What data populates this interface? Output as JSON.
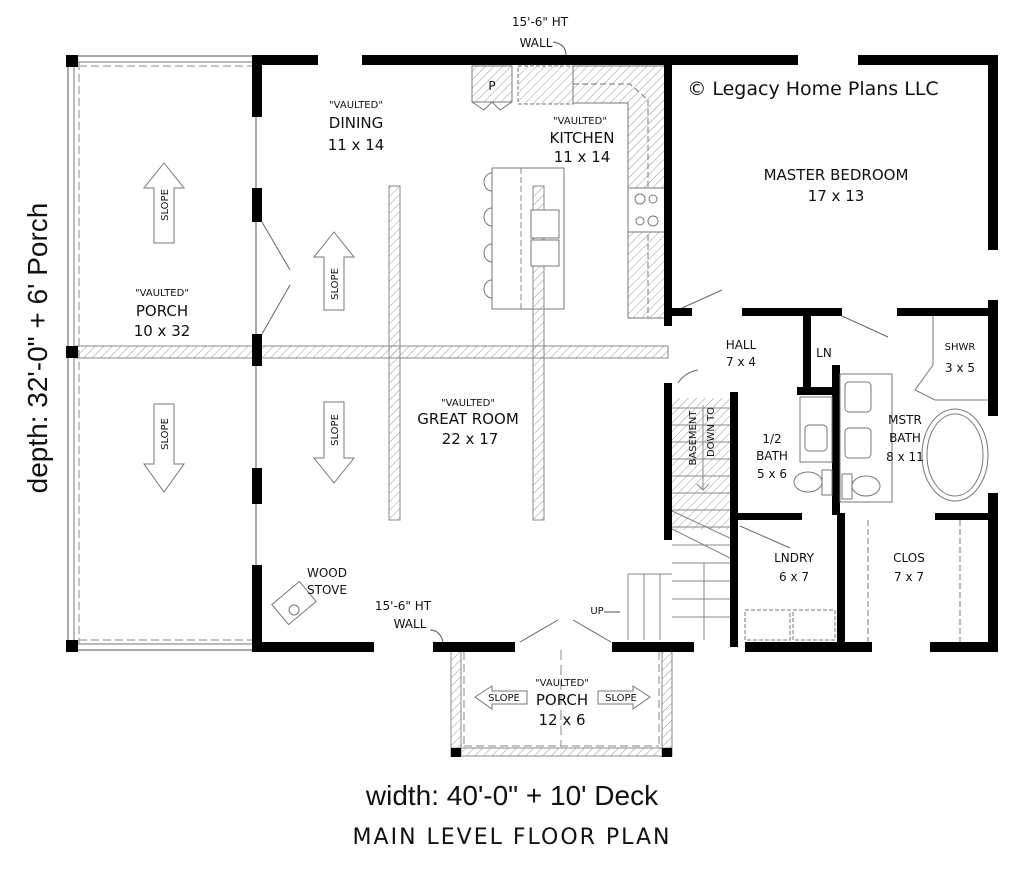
{
  "plan": {
    "title": "MAIN LEVEL FLOOR PLAN",
    "width_label": "width: 40'-0\" + 10' Deck",
    "depth_label": "depth: 32'-0\" + 6' Porch",
    "copyright": "© Legacy Home Plans LLC"
  },
  "annotations": {
    "wall_height_top": {
      "line1": "15'-6\" HT",
      "line2": "WALL"
    },
    "wall_height_bottom": {
      "line1": "15'-6\" HT",
      "line2": "WALL"
    },
    "wood_stove": {
      "line1": "WOOD",
      "line2": "STOVE"
    },
    "pantry": "P",
    "stairs_up": "UP",
    "stairs_down": {
      "line1": "BASEMENT",
      "line2": "DOWN TO"
    },
    "slope": "SLOPE"
  },
  "rooms": {
    "side_porch": {
      "vaulted": "\"VAULTED\"",
      "name": "PORCH",
      "dims": "10 x 32"
    },
    "dining": {
      "vaulted": "\"VAULTED\"",
      "name": "DINING",
      "dims": "11 x 14"
    },
    "kitchen": {
      "vaulted": "\"VAULTED\"",
      "name": "KITCHEN",
      "dims": "11 x 14"
    },
    "master_bedroom": {
      "name": "MASTER BEDROOM",
      "dims": "17 x 13"
    },
    "great_room": {
      "vaulted": "\"VAULTED\"",
      "name": "GREAT ROOM",
      "dims": "22 x 17"
    },
    "hall": {
      "name": "HALL",
      "dims": "7 x 4"
    },
    "linen": {
      "name": "LN"
    },
    "shower": {
      "name": "SHWR",
      "dims": "3 x 5"
    },
    "half_bath": {
      "name1": "1/2",
      "name2": "BATH",
      "dims": "5 x 6"
    },
    "master_bath": {
      "name1": "MSTR",
      "name2": "BATH",
      "dims": "8 x 11"
    },
    "laundry": {
      "name": "LNDRY",
      "dims": "6 x 7"
    },
    "closet": {
      "name": "CLOS",
      "dims": "7 x 7"
    },
    "front_porch": {
      "vaulted": "\"VAULTED\"",
      "name": "PORCH",
      "dims": "12 x 6"
    }
  }
}
